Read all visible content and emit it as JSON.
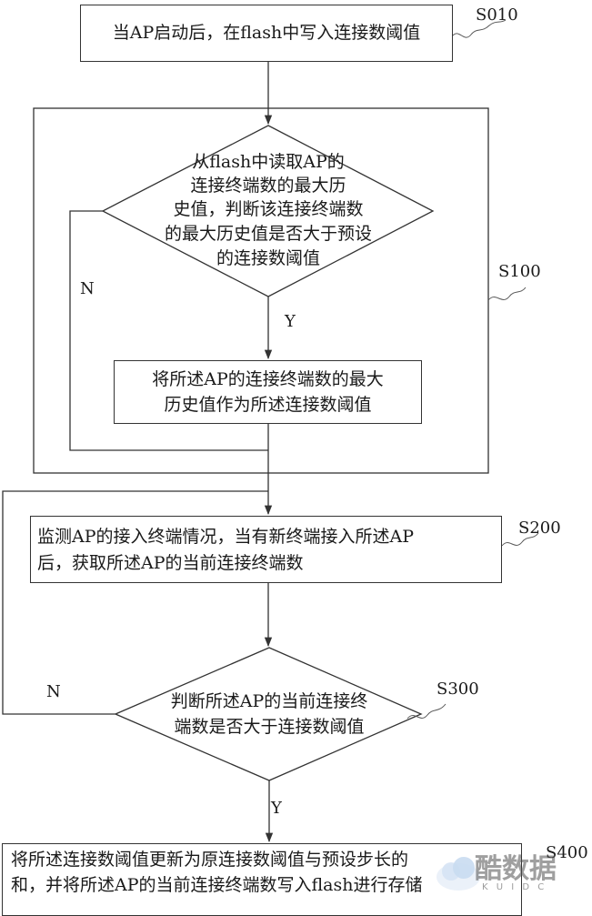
{
  "steps": {
    "s010": {
      "label": "S010",
      "text": "当AP启动后，在flash中写入连接数阈值"
    },
    "s100": {
      "label": "S100",
      "decision_lines": [
        "从flash中读取AP的",
        "连接终端数的最大历",
        "史值，判断该连接终端数",
        "的最大历史值是否大于预设",
        "的连接数阈值"
      ],
      "action_lines": [
        "将所述AP的连接终端数的最大",
        "历史值作为所述连接数阈值"
      ],
      "yes": "Y",
      "no": "N"
    },
    "s200": {
      "label": "S200",
      "lines": [
        "监测AP的接入终端情况，当有新终端接入所述AP",
        "后，获取所述AP的当前连接终端数"
      ]
    },
    "s300": {
      "label": "S300",
      "lines": [
        "判断所述AP的当前连接终",
        "端数是否大于连接数阈值"
      ],
      "yes": "Y",
      "no": "N"
    },
    "s400": {
      "label": "S400",
      "lines": [
        "将所述连接数阈值更新为原连接数阈值与预设步长的",
        "和，并将所述AP的当前连接终端数写入flash进行存储"
      ]
    }
  },
  "watermark": {
    "text": "酷数据",
    "sub": "K U I D C"
  }
}
